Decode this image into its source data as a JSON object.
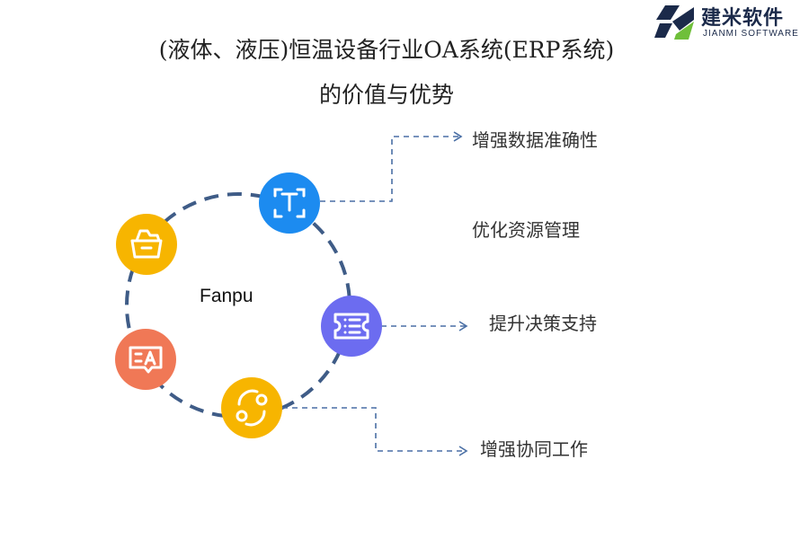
{
  "title": {
    "line1": "(液体、液压)恒温设备行业OA系统(ERP系统)",
    "line2": "的价值与优势"
  },
  "logo": {
    "cn": "建米软件",
    "en": "JIANMI SOFTWARE"
  },
  "center_label": "Fanpu",
  "benefits": [
    "增强数据准确性",
    "优化资源管理",
    "提升决策支持",
    "增强协同工作"
  ],
  "colors": {
    "ring": "#3f5c87",
    "blue": "#1c8bf0",
    "purple": "#6c6cf0",
    "yellow": "#f7b500",
    "orange": "#f07856",
    "connector": "#4a6fa5"
  },
  "nodes": [
    {
      "icon": "text-icon",
      "color": "blue"
    },
    {
      "icon": "ticket-list-icon",
      "color": "purple"
    },
    {
      "icon": "refresh-cycle-icon",
      "color": "yellow"
    },
    {
      "icon": "text-chat-icon",
      "color": "orange"
    },
    {
      "icon": "basket-icon",
      "color": "yellow"
    }
  ]
}
